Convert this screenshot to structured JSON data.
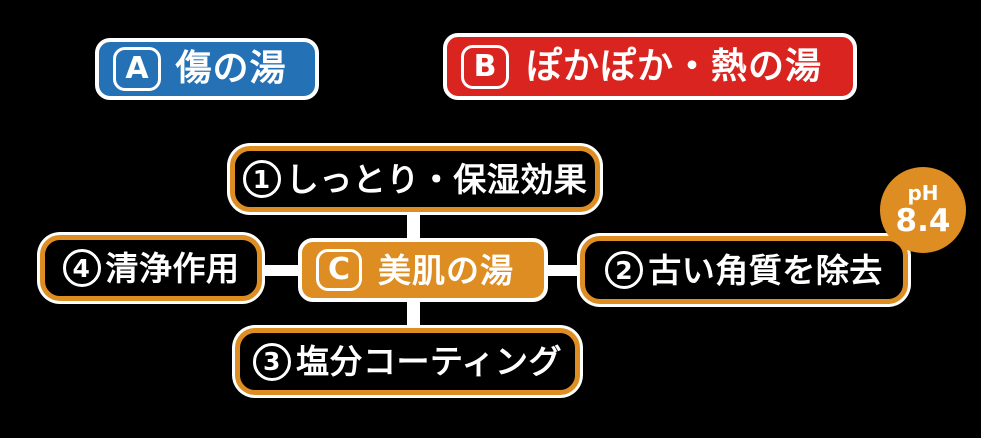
{
  "canvas": {
    "background": "#000000"
  },
  "colors": {
    "badge_a_blue": "#2472b5",
    "badge_b_red": "#da241f",
    "badge_c_orange": "#dd8d22",
    "box_border_orange": "#dd8d22",
    "keyline_white": "#ffffff",
    "text_white": "#ffffff"
  },
  "badges": {
    "a": {
      "letter": "A",
      "label": "傷の湯"
    },
    "b": {
      "letter": "B",
      "label": "ぽかぽか・熱の湯"
    },
    "c": {
      "letter": "C",
      "label": "美肌の湯"
    }
  },
  "effects": [
    {
      "num": "1",
      "label": "しっとり・保湿効果"
    },
    {
      "num": "2",
      "label": "古い角質を除去"
    },
    {
      "num": "3",
      "label": "塩分コーティング"
    },
    {
      "num": "4",
      "label": "清浄作用"
    }
  ],
  "ph_badge": {
    "unit": "pH",
    "value": "8.4"
  }
}
